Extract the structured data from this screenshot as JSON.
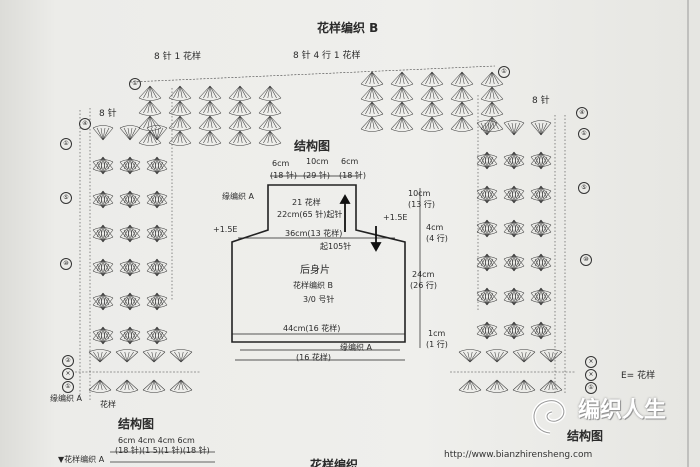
{
  "texts": {
    "pattern_b_title": "花样编织 B",
    "stitch_8_1": "8 针 1 花样",
    "stitch_8_4": "8 针 4 行 1 花样",
    "stitch_8": "8 针",
    "structure_title": "结构图",
    "pattern_a": "缘编织 A",
    "pattern_short": "花样",
    "rows_21": "21 花样",
    "cast_on": "22cm(65 针)起针",
    "plus_left": "+1.5E",
    "plus_right": "+1.5E",
    "width_36": "36cm(13 花样)",
    "pick_up": "起105针",
    "back_piece": "后身片",
    "pattern_b": "花样编织 B",
    "hook": "3/0 号针",
    "width_44": "44cm(16 花样)",
    "sixteen_patterns": "(16 花样)",
    "legend": "E= 花样",
    "bottom_dims": "6cm   4cm   4cm   6cm",
    "bottom_rows": "(18 针)(1 5)(1 针)(18 针)",
    "pattern_a_arrow": "▼花样编织 A",
    "pattern_cut": "花样编织"
  },
  "dims": {
    "top_left_cm": "6cm",
    "top_mid_cm": "10cm",
    "top_right_cm": "6cm",
    "top_left_st": "(18 针)",
    "top_mid_st": "(29 针)",
    "top_right_st": "(18 针)",
    "h10_cm": "10cm",
    "h10_rows": "(13 行)",
    "h4_cm": "4cm",
    "h4_rows": "(4 行)",
    "h24_cm": "24cm",
    "h24_rows": "(26 行)",
    "h1_cm": "1cm",
    "h1_rows": "(1 行)"
  },
  "markers": {
    "m1": "①",
    "m2": "②",
    "m4": "④",
    "m5": "⑤",
    "m10": "⑩",
    "mx": "×"
  },
  "watermark": {
    "brand": "编织人生",
    "url": "http://www.bianzhirensheng.com"
  }
}
